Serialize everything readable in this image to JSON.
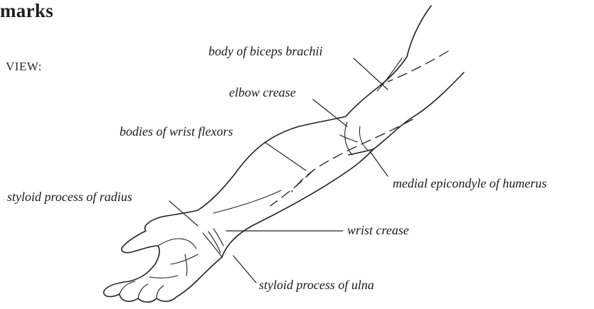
{
  "header": {
    "title": "marks"
  },
  "view_label": "VIEW:",
  "labels": {
    "biceps": "body of biceps brachii",
    "elbow_crease": "elbow crease",
    "wrist_flexors": "bodies of wrist flexors",
    "medial_epicondyle": "medial epicondyle of humerus",
    "styloid_radius": "styloid process of radius",
    "wrist_crease": "wrist crease",
    "styloid_ulna": "styloid process of ulna"
  }
}
